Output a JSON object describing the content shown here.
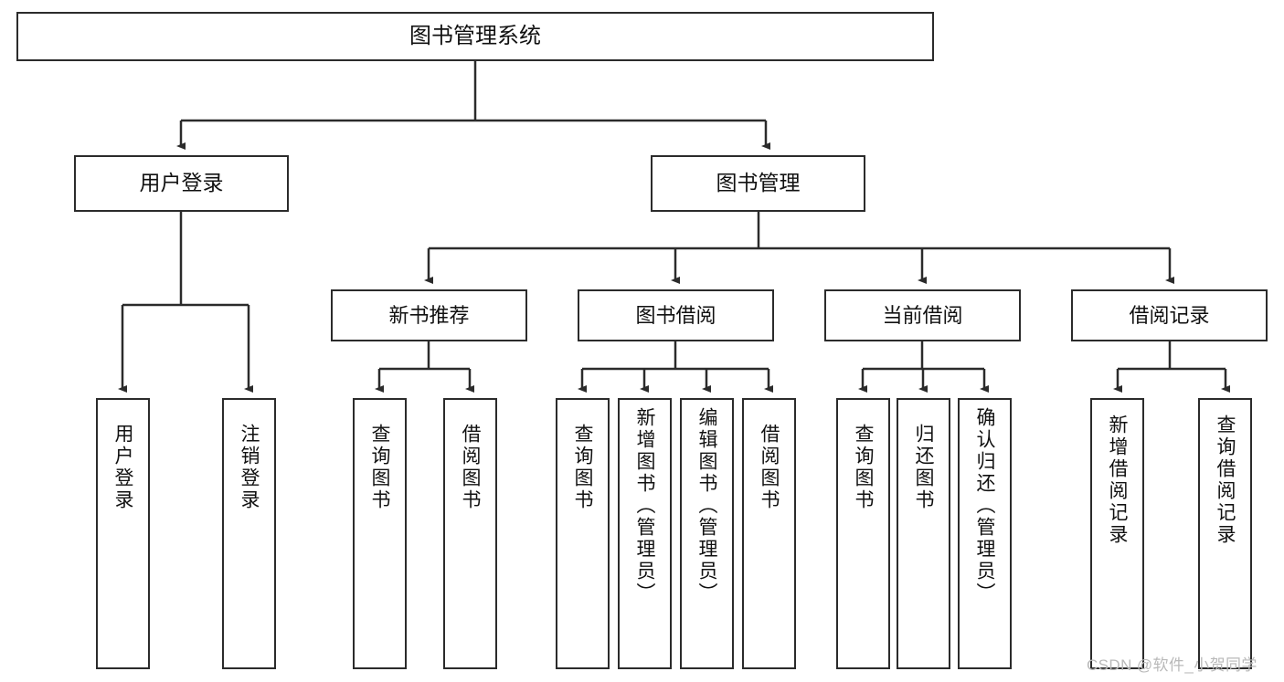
{
  "diagram": {
    "title": "图书管理系统",
    "watermark": "CSDN @软件_小贺同学",
    "line_color": "#2b2b2b",
    "box_fill": "#ffffff",
    "text_color": "#111111",
    "nodes": {
      "root": {
        "label": "图书管理系统"
      },
      "level2": [
        {
          "id": "user-login",
          "label": "用户登录"
        },
        {
          "id": "book-manage",
          "label": "图书管理"
        }
      ],
      "level3": [
        {
          "id": "new-book-recommend",
          "label": "新书推荐"
        },
        {
          "id": "book-borrow",
          "label": "图书借阅"
        },
        {
          "id": "current-borrow",
          "label": "当前借阅"
        },
        {
          "id": "borrow-record",
          "label": "借阅记录"
        }
      ],
      "leaves": {
        "user_login": [
          {
            "id": "leaf-user-login",
            "label": "用户登录"
          },
          {
            "id": "leaf-logout-login",
            "label": "注销登录"
          }
        ],
        "new_book_recommend": [
          {
            "id": "leaf-query-book-1",
            "label": "查询图书"
          },
          {
            "id": "leaf-borrow-book-1",
            "label": "借阅图书"
          }
        ],
        "book_borrow": [
          {
            "id": "leaf-query-book-2",
            "label": "查询图书"
          },
          {
            "id": "leaf-add-book-admin",
            "label": "新增图书（管理员）"
          },
          {
            "id": "leaf-edit-book-admin",
            "label": "编辑图书（管理员）"
          },
          {
            "id": "leaf-borrow-book-2",
            "label": "借阅图书"
          }
        ],
        "current_borrow": [
          {
            "id": "leaf-query-book-3",
            "label": "查询图书"
          },
          {
            "id": "leaf-return-book",
            "label": "归还图书"
          },
          {
            "id": "leaf-confirm-return-admin",
            "label": "确认归还（管理员）"
          }
        ],
        "borrow_record": [
          {
            "id": "leaf-add-borrow-record",
            "label": "新增借阅记录"
          },
          {
            "id": "leaf-query-borrow-record",
            "label": "查询借阅记录"
          }
        ]
      }
    }
  }
}
